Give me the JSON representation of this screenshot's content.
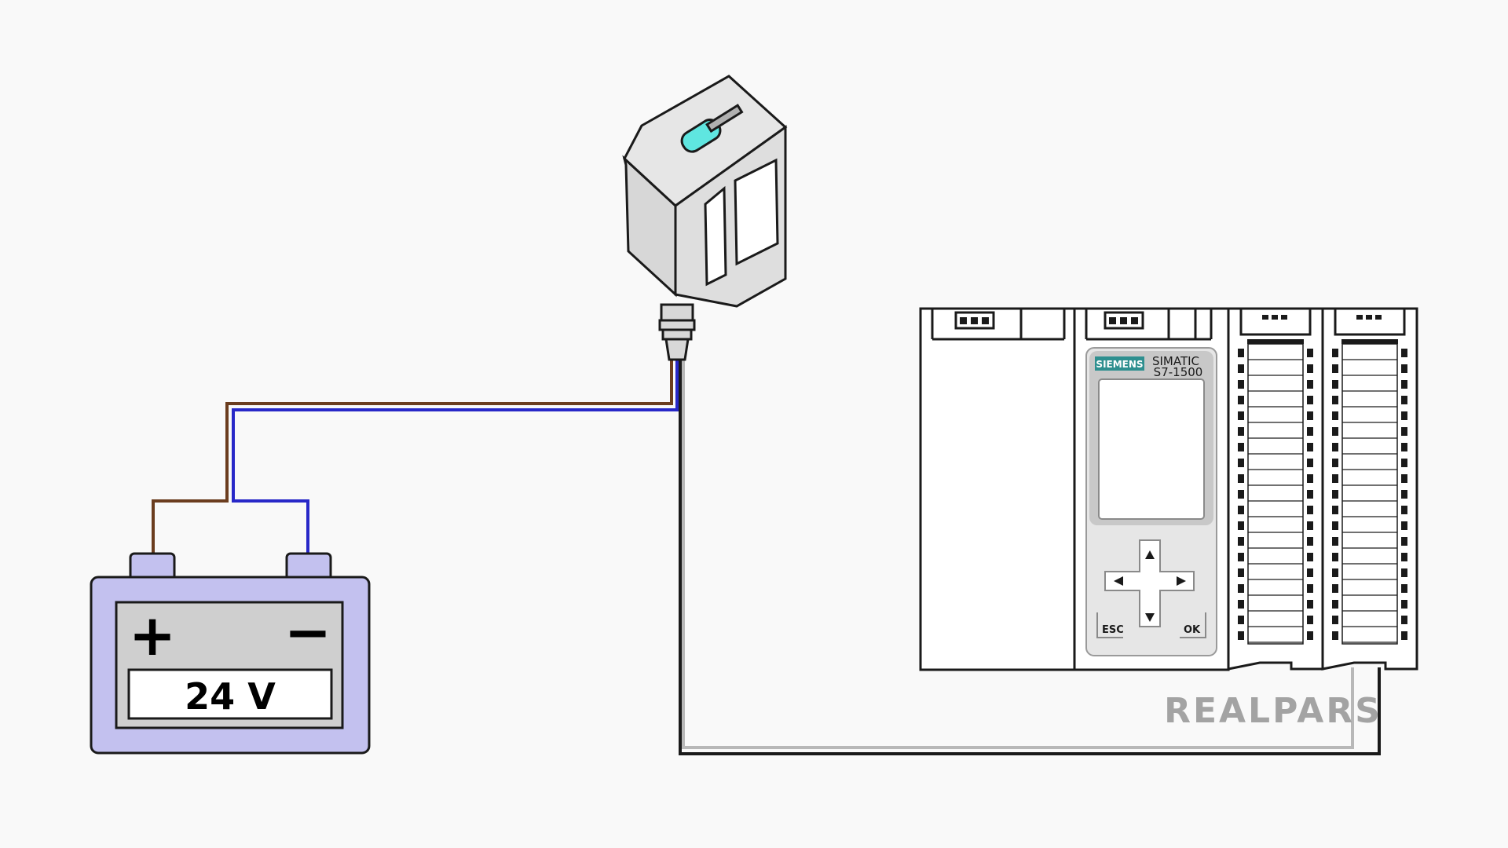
{
  "battery": {
    "plus_symbol": "+",
    "minus_symbol": "−",
    "voltage_label": "24 V",
    "body_color": "#c3c1ef"
  },
  "plc": {
    "brand_badge": "SIEMENS",
    "model_line1": "SIMATIC",
    "model_line2": "S7-1500",
    "esc_label": "ESC",
    "ok_label": "OK",
    "badge_color": "#2e8f8f"
  },
  "sensor": {
    "indicator_color": "#5fe6e0"
  },
  "wires": {
    "brown_color": "#6b3d1f",
    "blue_color": "#2828c8",
    "black_color": "#1a1a1a",
    "grey_color": "#b8b8b8"
  },
  "logo": {
    "text": "REALPARS"
  }
}
